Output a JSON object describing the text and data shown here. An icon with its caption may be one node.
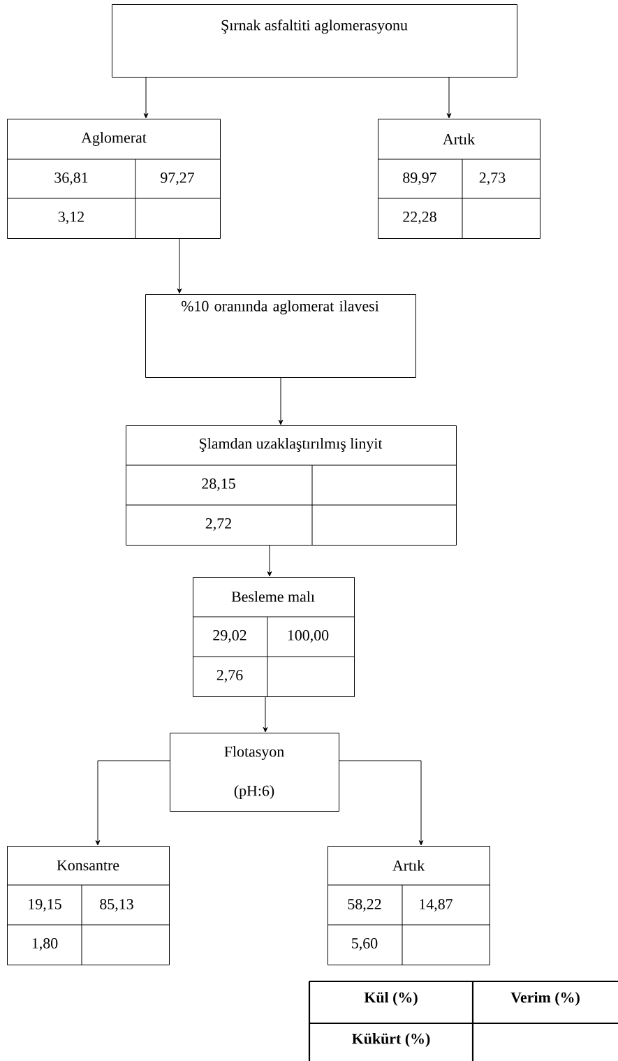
{
  "diagram": {
    "nodes": [
      {
        "text": [
          "Şırnak asfaltiti aglomerasyonu"
        ]
      },
      {
        "text": [
          "Aglomerat",
          "36,81",
          "97,27",
          "3,12"
        ]
      },
      {
        "text": [
          "Artık",
          "89,97",
          "2,73",
          "22,28"
        ]
      },
      {
        "text": [
          "%10 oranında aglomerat ilavesi"
        ]
      },
      {
        "text": [
          "Şlamdan uzaklaştırılmış linyit",
          "28,15",
          "2,72"
        ]
      },
      {
        "text": [
          "Besleme malı",
          "29,02",
          "100,00",
          "2,76"
        ]
      },
      {
        "text": [
          "Flotasyon",
          "(pH:6)"
        ]
      },
      {
        "text": [
          "Konsantre",
          "19,15",
          "85,13",
          "1,80"
        ]
      },
      {
        "text": [
          "Artık",
          "58,22",
          "14,87",
          "5,60"
        ]
      },
      {
        "text": [
          "Kül (%)",
          "Verim (%)",
          "Kükürt (%)"
        ]
      }
    ],
    "edges": [
      {
        "from": 0,
        "to": 1,
        "arrow": "to"
      },
      {
        "from": 0,
        "to": 2,
        "arrow": "to"
      },
      {
        "from": 1,
        "to": 3,
        "arrow": "to"
      },
      {
        "from": 3,
        "to": 4,
        "arrow": "to"
      },
      {
        "from": 4,
        "to": 5,
        "arrow": "to"
      },
      {
        "from": 5,
        "to": 6,
        "arrow": "to"
      },
      {
        "from": 6,
        "to": 7,
        "arrow": "to"
      },
      {
        "from": 6,
        "to": 8,
        "arrow": "to"
      }
    ]
  }
}
